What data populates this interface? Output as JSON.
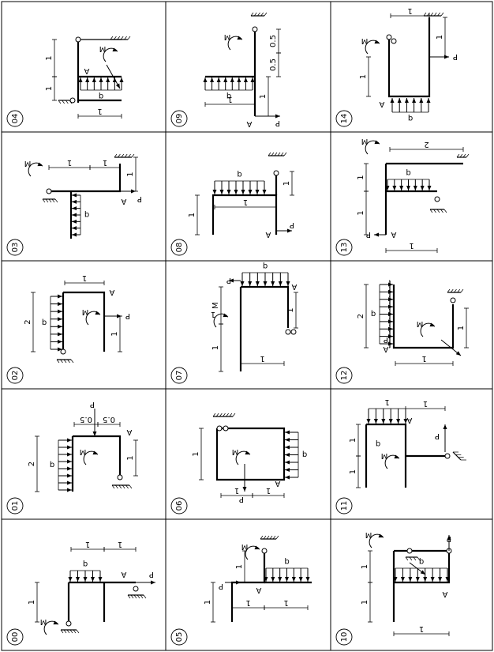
{
  "grid": {
    "columns": 3,
    "rows": 5
  },
  "cells": [
    {
      "id": "04",
      "labels": [
        "1",
        "1",
        "M",
        "A",
        "q",
        "1"
      ]
    },
    {
      "id": "09",
      "labels": [
        "M",
        "0.5",
        "0.5",
        "q",
        "1",
        "1",
        "A",
        "P"
      ]
    },
    {
      "id": "14",
      "labels": [
        "1",
        "M",
        "1",
        "P",
        "1",
        "A",
        "q"
      ]
    },
    {
      "id": "03",
      "labels": [
        "M",
        "1",
        "1",
        "A",
        "P",
        "1",
        "q"
      ]
    },
    {
      "id": "08",
      "labels": [
        "q",
        "1",
        "1",
        "1",
        "A",
        "P"
      ]
    },
    {
      "id": "13",
      "labels": [
        "M",
        "2",
        "1",
        "q",
        "1",
        "P",
        "A",
        "1"
      ]
    },
    {
      "id": "02",
      "labels": [
        "1",
        "q",
        "2",
        "A",
        "M",
        "P",
        "1"
      ]
    },
    {
      "id": "07",
      "labels": [
        "P",
        "q",
        "A",
        "1",
        "M",
        "1",
        "1",
        "1"
      ]
    },
    {
      "id": "12",
      "labels": [
        "q",
        "2",
        "M",
        "1",
        "P",
        "A",
        "1"
      ]
    },
    {
      "id": "01",
      "labels": [
        "P",
        "0.5",
        "0.5",
        "A",
        "q",
        "2",
        "M",
        "1"
      ]
    },
    {
      "id": "06",
      "labels": [
        "1",
        "M",
        "q",
        "P",
        "1",
        "A",
        "1"
      ]
    },
    {
      "id": "11",
      "labels": [
        "1",
        "1",
        "A",
        "q",
        "P",
        "1",
        "M",
        "1"
      ]
    },
    {
      "id": "00",
      "labels": [
        "1",
        "1",
        "q",
        "A",
        "P",
        "1",
        "M"
      ]
    },
    {
      "id": "05",
      "labels": [
        "M",
        "1",
        "q",
        "P",
        "A",
        "1",
        "1",
        "1"
      ]
    },
    {
      "id": "10",
      "labels": [
        "M",
        "P",
        "1",
        "q",
        "A",
        "1",
        "1"
      ]
    }
  ],
  "colors": {
    "line": "#000000",
    "background": "#ffffff"
  }
}
